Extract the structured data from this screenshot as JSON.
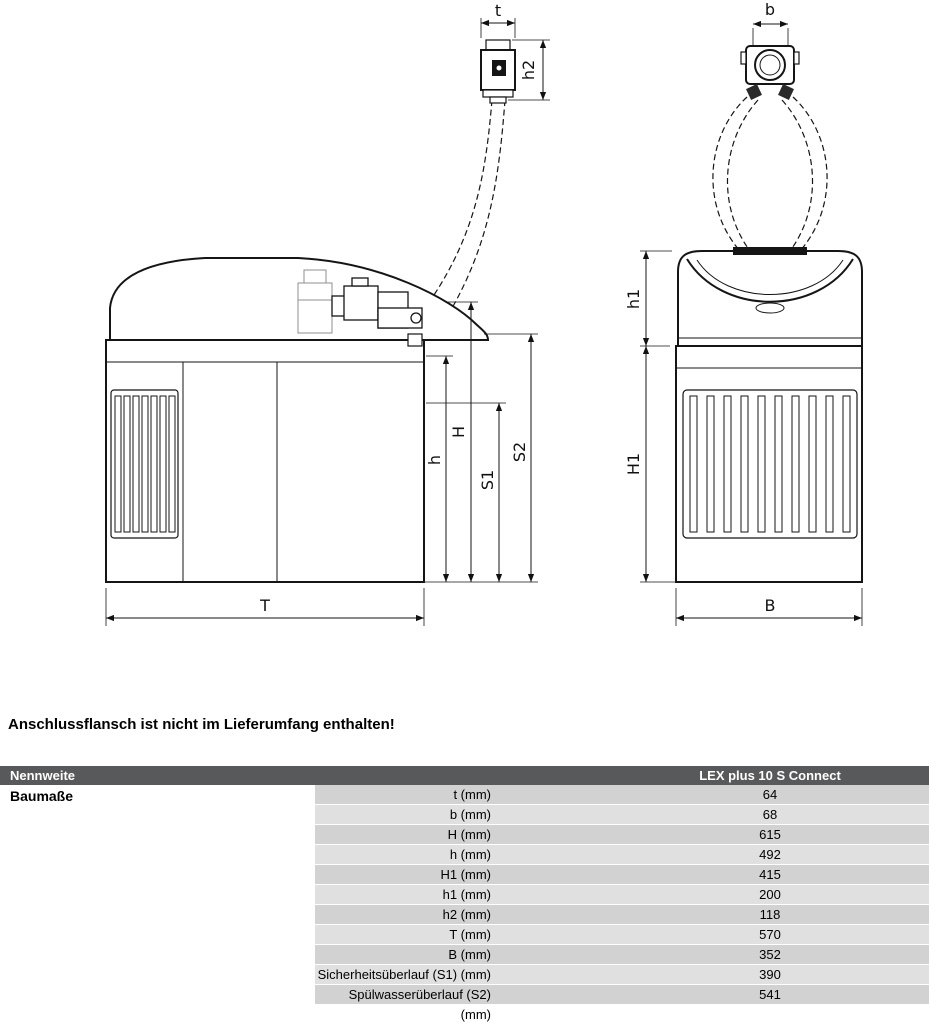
{
  "drawing": {
    "labels": {
      "t": "t",
      "b": "b",
      "h2": "h2",
      "h": "h",
      "H": "H",
      "S1": "S1",
      "S2": "S2",
      "h1": "h1",
      "H1": "H1",
      "T": "T",
      "B": "B"
    }
  },
  "note": "Anschlussflansch ist nicht im Lieferumfang enthalten!",
  "table": {
    "header": {
      "dimension_col": "Nennweite",
      "model_col": "LEX plus 10 S Connect"
    },
    "section_label": "Baumaße",
    "rows": [
      {
        "label": "t (mm)",
        "value": "64"
      },
      {
        "label": "b (mm)",
        "value": "68"
      },
      {
        "label": "H (mm)",
        "value": "615"
      },
      {
        "label": "h (mm)",
        "value": "492"
      },
      {
        "label": "H1 (mm)",
        "value": "415"
      },
      {
        "label": "h1 (mm)",
        "value": "200"
      },
      {
        "label": "h2 (mm)",
        "value": "118"
      },
      {
        "label": "T (mm)",
        "value": "570"
      },
      {
        "label": "B (mm)",
        "value": "352"
      },
      {
        "label": "Sicherheitsüberlauf (S1) (mm)",
        "value": "390"
      },
      {
        "label": "Spülwasserüberlauf (S2) (mm)",
        "value": "541"
      }
    ],
    "colors": {
      "header_bg": "#58595b",
      "row_dark": "#d2d2d2",
      "row_light": "#e0e0e0"
    }
  }
}
